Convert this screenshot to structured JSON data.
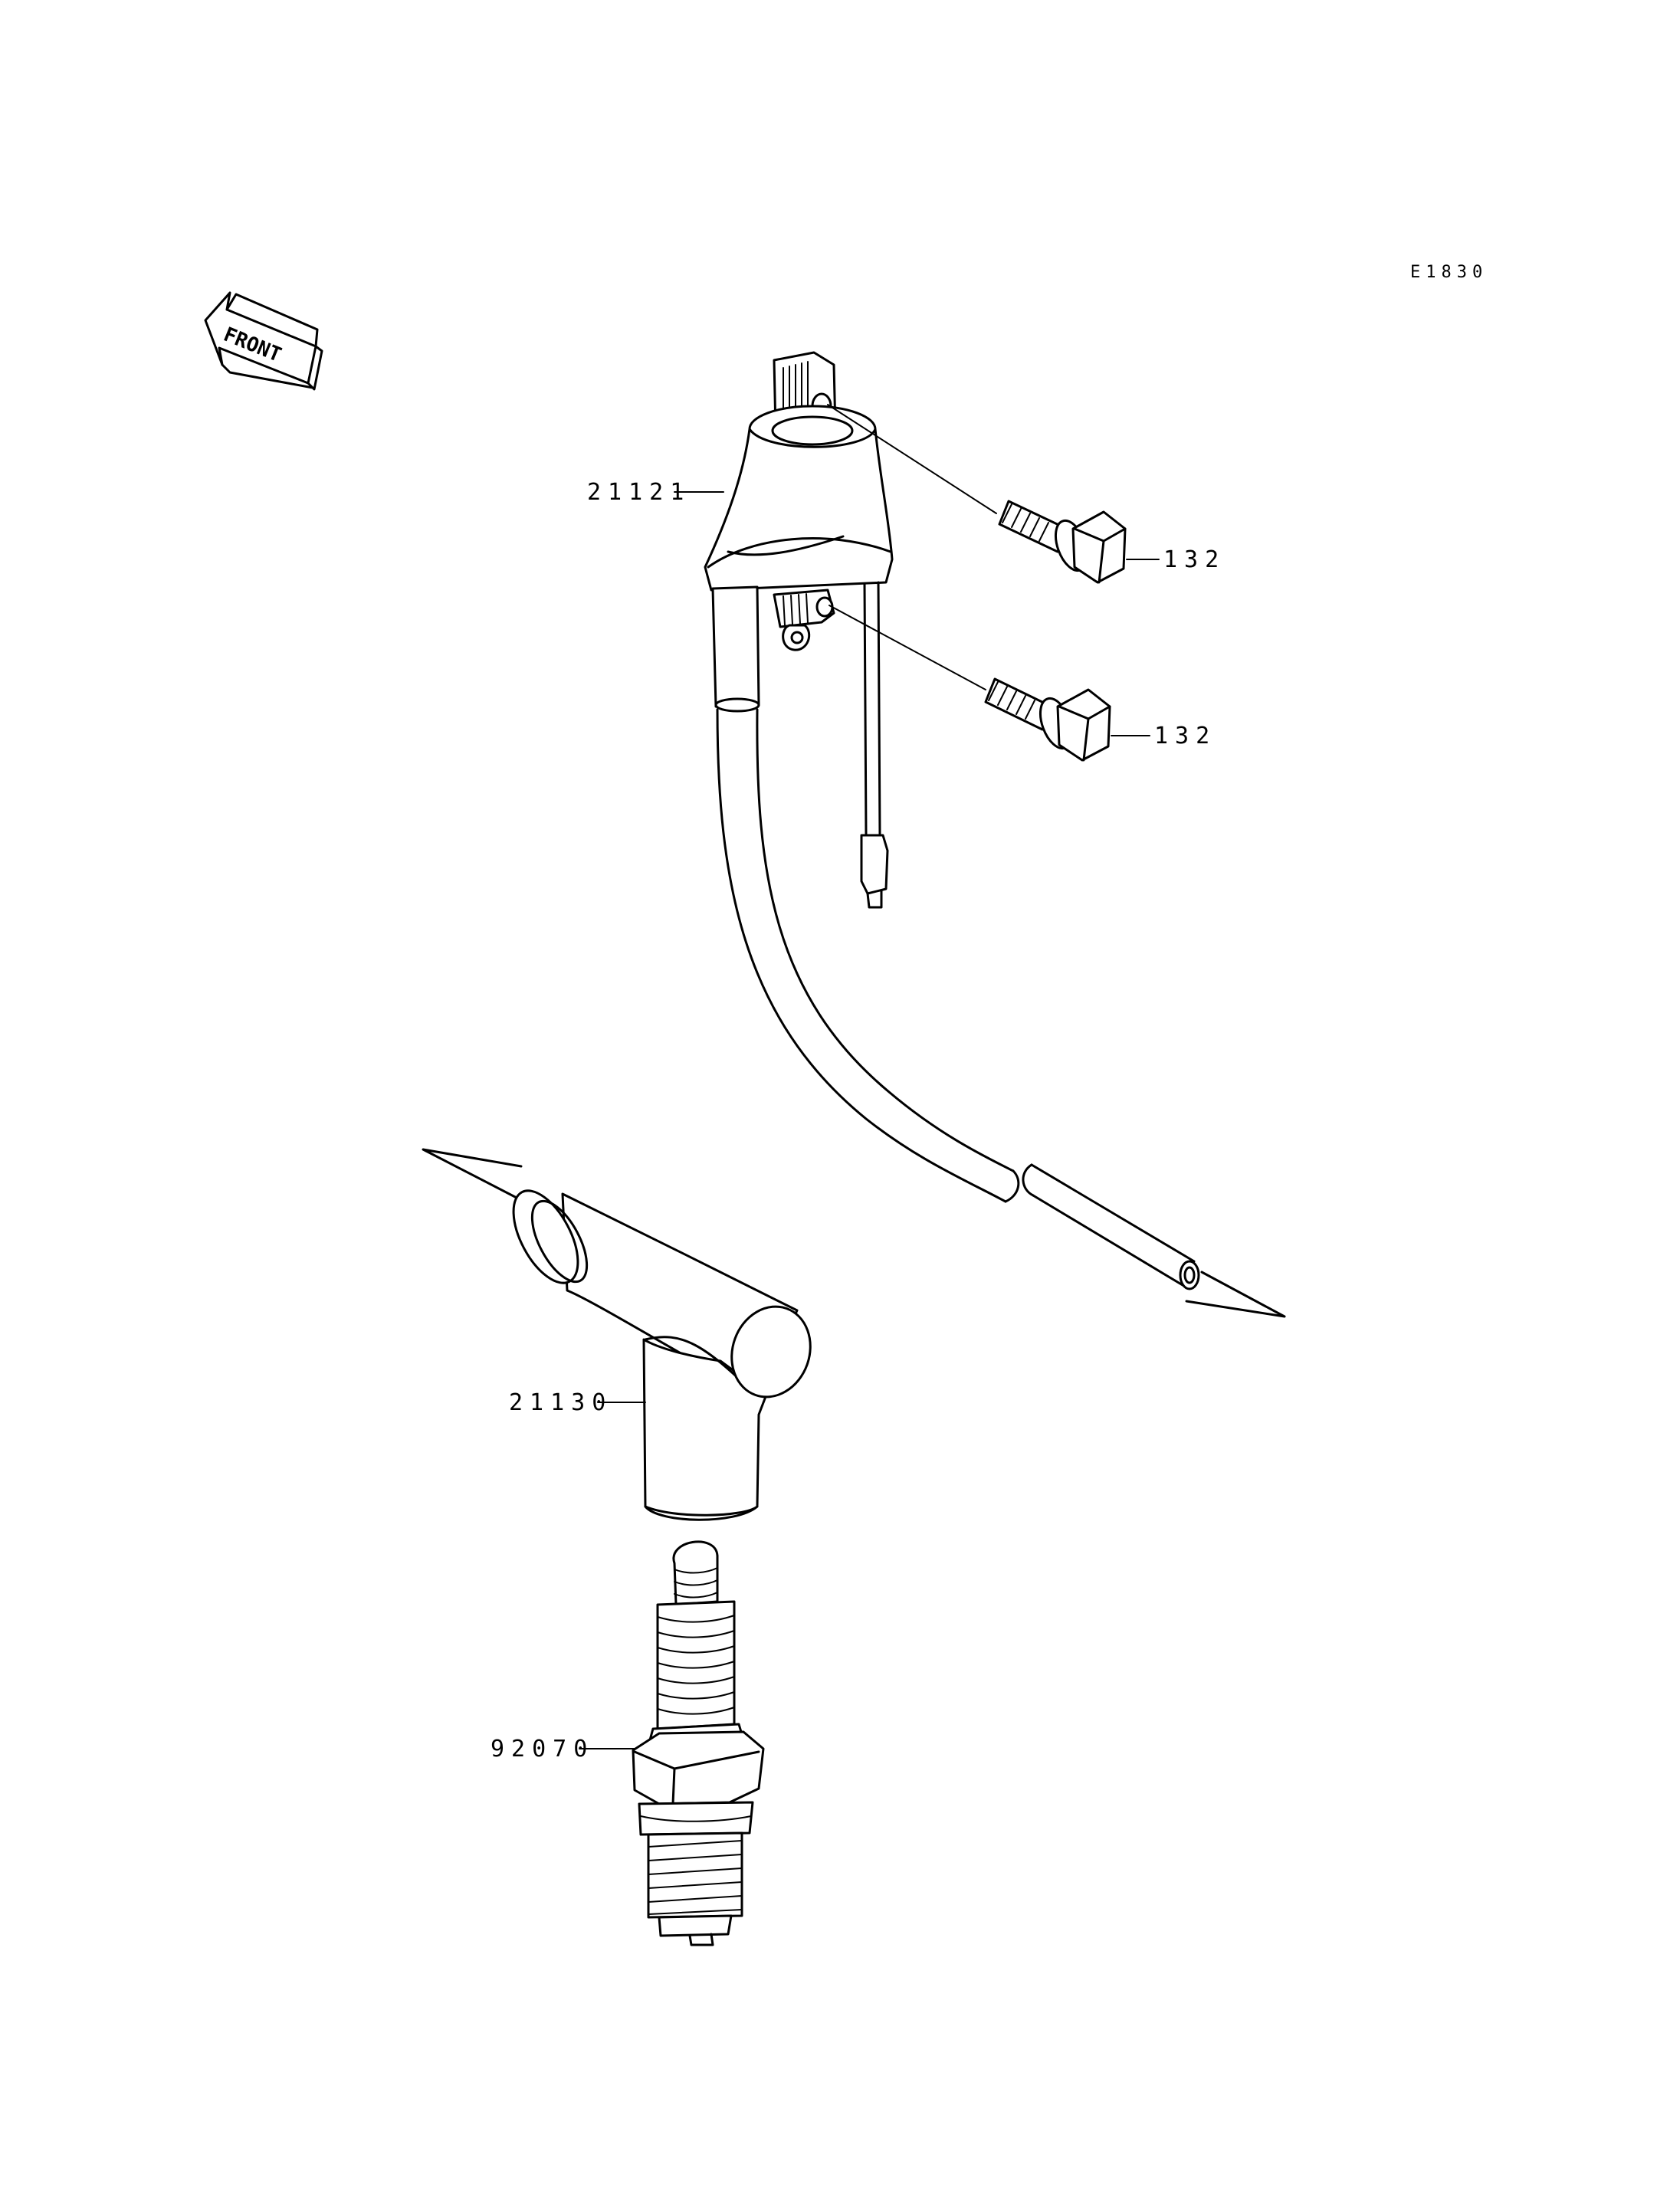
{
  "diagram": {
    "code": "E1830",
    "front_label": "FRONT",
    "parts": [
      {
        "number": "21121",
        "name": "ignition-coil"
      },
      {
        "number": "132",
        "name": "coil-bolt-upper"
      },
      {
        "number": "132",
        "name": "coil-bolt-lower"
      },
      {
        "number": "21130",
        "name": "spark-plug-cap"
      },
      {
        "number": "92070",
        "name": "spark-plug"
      }
    ]
  }
}
